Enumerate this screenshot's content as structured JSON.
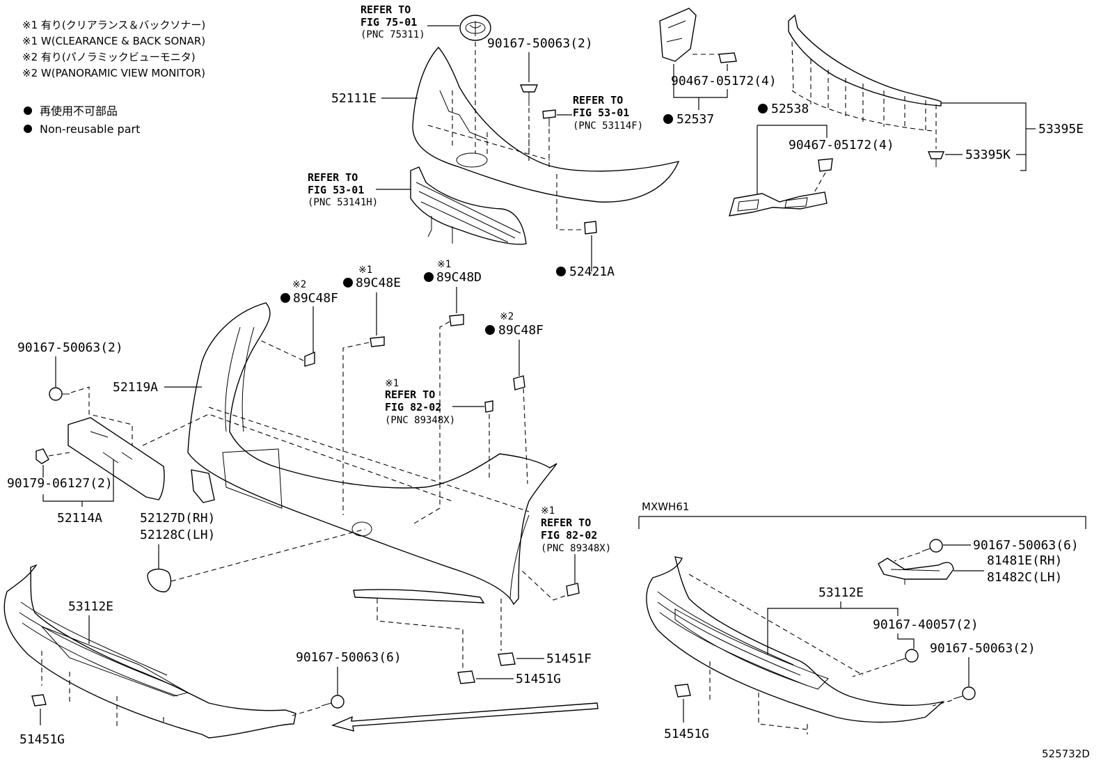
{
  "legend": {
    "notes": [
      "※1 有り(クリアランス＆バックソナー)",
      "※1 W(CLEARANCE & BACK SONAR)",
      "※2 有り(パノラミックビューモニタ)",
      "※2 W(PANORAMIC VIEW MONITOR)"
    ],
    "nonreusable_jp": "再使用不可部品",
    "nonreusable_en": "Non-reusable part"
  },
  "refs": {
    "fig75": [
      "REFER TO",
      "FIG 75-01",
      "(PNC 75311)"
    ],
    "fig53a": [
      "REFER TO",
      "FIG 53-01",
      "(PNC 53114F)"
    ],
    "fig53b": [
      "REFER TO",
      "FIG 53-01",
      "(PNC 53141H)"
    ],
    "fig82a": [
      "REFER TO",
      "FIG 82-02",
      "(PNC 89348X)"
    ],
    "fig82b": [
      "REFER TO",
      "FIG 82-02",
      "(PNC 89348X)"
    ]
  },
  "marks": {
    "m1": "※1",
    "m2": "※2"
  },
  "parts": {
    "p52111E": "52111E",
    "p90167_50063_2_top": "90167-50063(2)",
    "p90467_05172_4_a": "90467-05172(4)",
    "p52537": "52537",
    "p52538": "52538",
    "p90467_05172_4_b": "90467-05172(4)",
    "p53395E": "53395E",
    "p53395K": "53395K",
    "p52421A": "52421A",
    "p89C48E": "89C48E",
    "p89C48D": "89C48D",
    "p89C48F_left": "89C48F",
    "p89C48F_right": "89C48F",
    "p90167_50063_2_left": "90167-50063(2)",
    "p52119A": "52119A",
    "p90179_06127_2": "90179-06127(2)",
    "p52114A": "52114A",
    "p52127D": "52127D(RH)",
    "p52128C": "52128C(LH)",
    "p53112E_left": "53112E",
    "p51451G_left": "51451G",
    "p90167_50063_6_mid": "90167-50063(6)",
    "p51451F": "51451F",
    "p51451G_mid": "51451G",
    "p90167_50063_6_right": "90167-50063(6)",
    "p81481E": "81481E(RH)",
    "p81482C": "81482C(LH)",
    "p53112E_right": "53112E",
    "p90167_40057_2": "90167-40057(2)",
    "p90167_50063_2_right": "90167-50063(2)",
    "p51451G_right": "51451G"
  },
  "inset_title": "MXWH61",
  "figure_id": "525732D"
}
